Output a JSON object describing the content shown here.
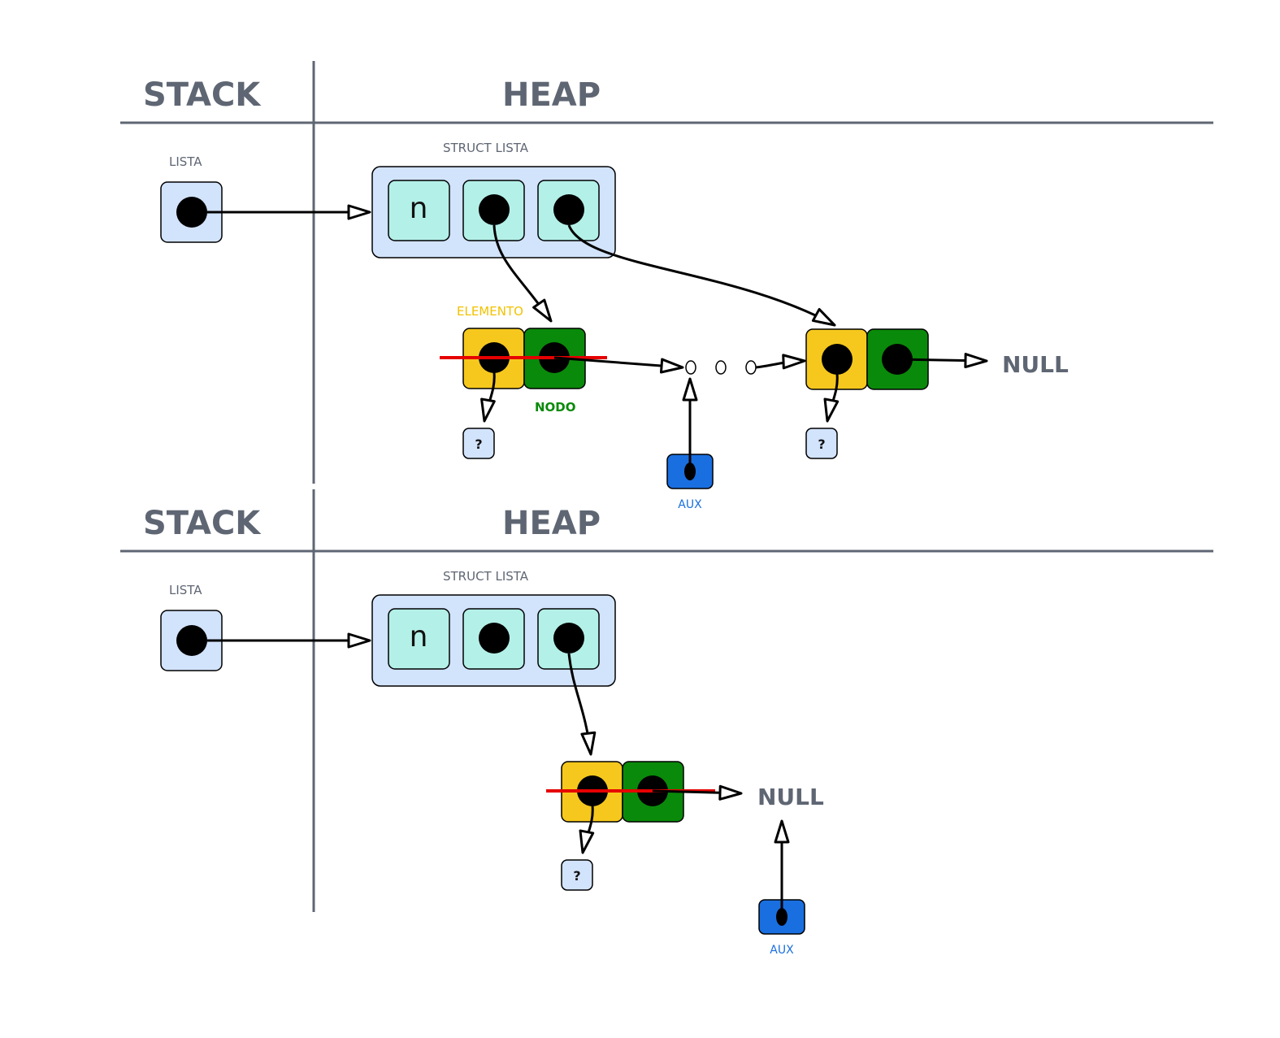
{
  "panels": [
    {
      "stack_title": "STACK",
      "heap_title": "HEAP",
      "lista_label": "LISTA",
      "struct_label": "STRUCT LISTA",
      "n_label": "n",
      "elemento_label": "ELEMENTO",
      "nodo_label": "NODO",
      "null_label": "NULL",
      "aux_label": "AUX",
      "unknown_label_a": "?",
      "unknown_label_b": "?"
    },
    {
      "stack_title": "STACK",
      "heap_title": "HEAP",
      "lista_label": "LISTA",
      "struct_label": "STRUCT LISTA",
      "n_label": "n",
      "null_label": "NULL",
      "aux_label": "AUX",
      "unknown_label_a": "?"
    }
  ],
  "colors": {
    "stack_cell": "#d2e3fc",
    "struct_cell": "#b3f0e8",
    "elemento": "#f6c81d",
    "nodo": "#0a8a0a",
    "aux": "#1a6fe0",
    "strike": "#e60000"
  }
}
